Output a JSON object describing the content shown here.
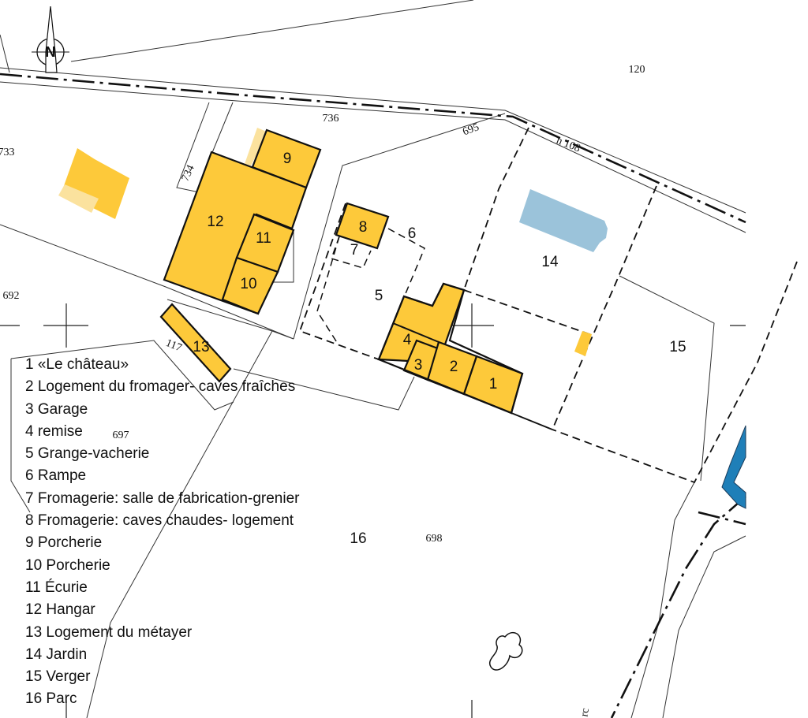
{
  "map": {
    "north_label": "N",
    "legend": [
      {
        "num": "1",
        "label": "«Le château»"
      },
      {
        "num": "2",
        "label": "Logement du fromager- caves fraîches"
      },
      {
        "num": "3",
        "label": "Garage"
      },
      {
        "num": "4",
        "label": "remise"
      },
      {
        "num": "5",
        "label": "Grange-vacherie"
      },
      {
        "num": "6",
        "label": "Rampe"
      },
      {
        "num": "7",
        "label": "Fromagerie: salle de fabrication-grenier"
      },
      {
        "num": "8",
        "label": "Fromagerie: caves chaudes- logement"
      },
      {
        "num": "9",
        "label": "Porcherie"
      },
      {
        "num": "10",
        "label": "Porcherie"
      },
      {
        "num": "11",
        "label": "Écurie"
      },
      {
        "num": "12",
        "label": "Hangar"
      },
      {
        "num": "13",
        "label": "Logement du métayer"
      },
      {
        "num": "14",
        "label": "Jardin"
      },
      {
        "num": "15",
        "label": "Verger"
      },
      {
        "num": "16",
        "label": "Parc"
      }
    ],
    "building_numbers": {
      "b1": "1",
      "b2": "2",
      "b3": "3",
      "b4": "4",
      "b8": "8",
      "b9": "9",
      "b10": "10",
      "b11": "11",
      "b12": "12",
      "b13": "13"
    },
    "zone_numbers": {
      "z5": "5",
      "z6": "6",
      "z7": "7",
      "z14": "14",
      "z15": "15",
      "z16": "16"
    },
    "cadastral_numbers": {
      "c120": "120",
      "c736": "736",
      "c733": "733",
      "c734": "734",
      "c695": "695",
      "c108": "n 108",
      "c692": "692",
      "c117": "117",
      "c697": "697",
      "c698": "698",
      "cparc": "rc"
    },
    "colors": {
      "building": "#FDC93A",
      "building_light": "#FBE29E",
      "pool": "#9BC3DA",
      "water": "#1F7FB8"
    }
  }
}
